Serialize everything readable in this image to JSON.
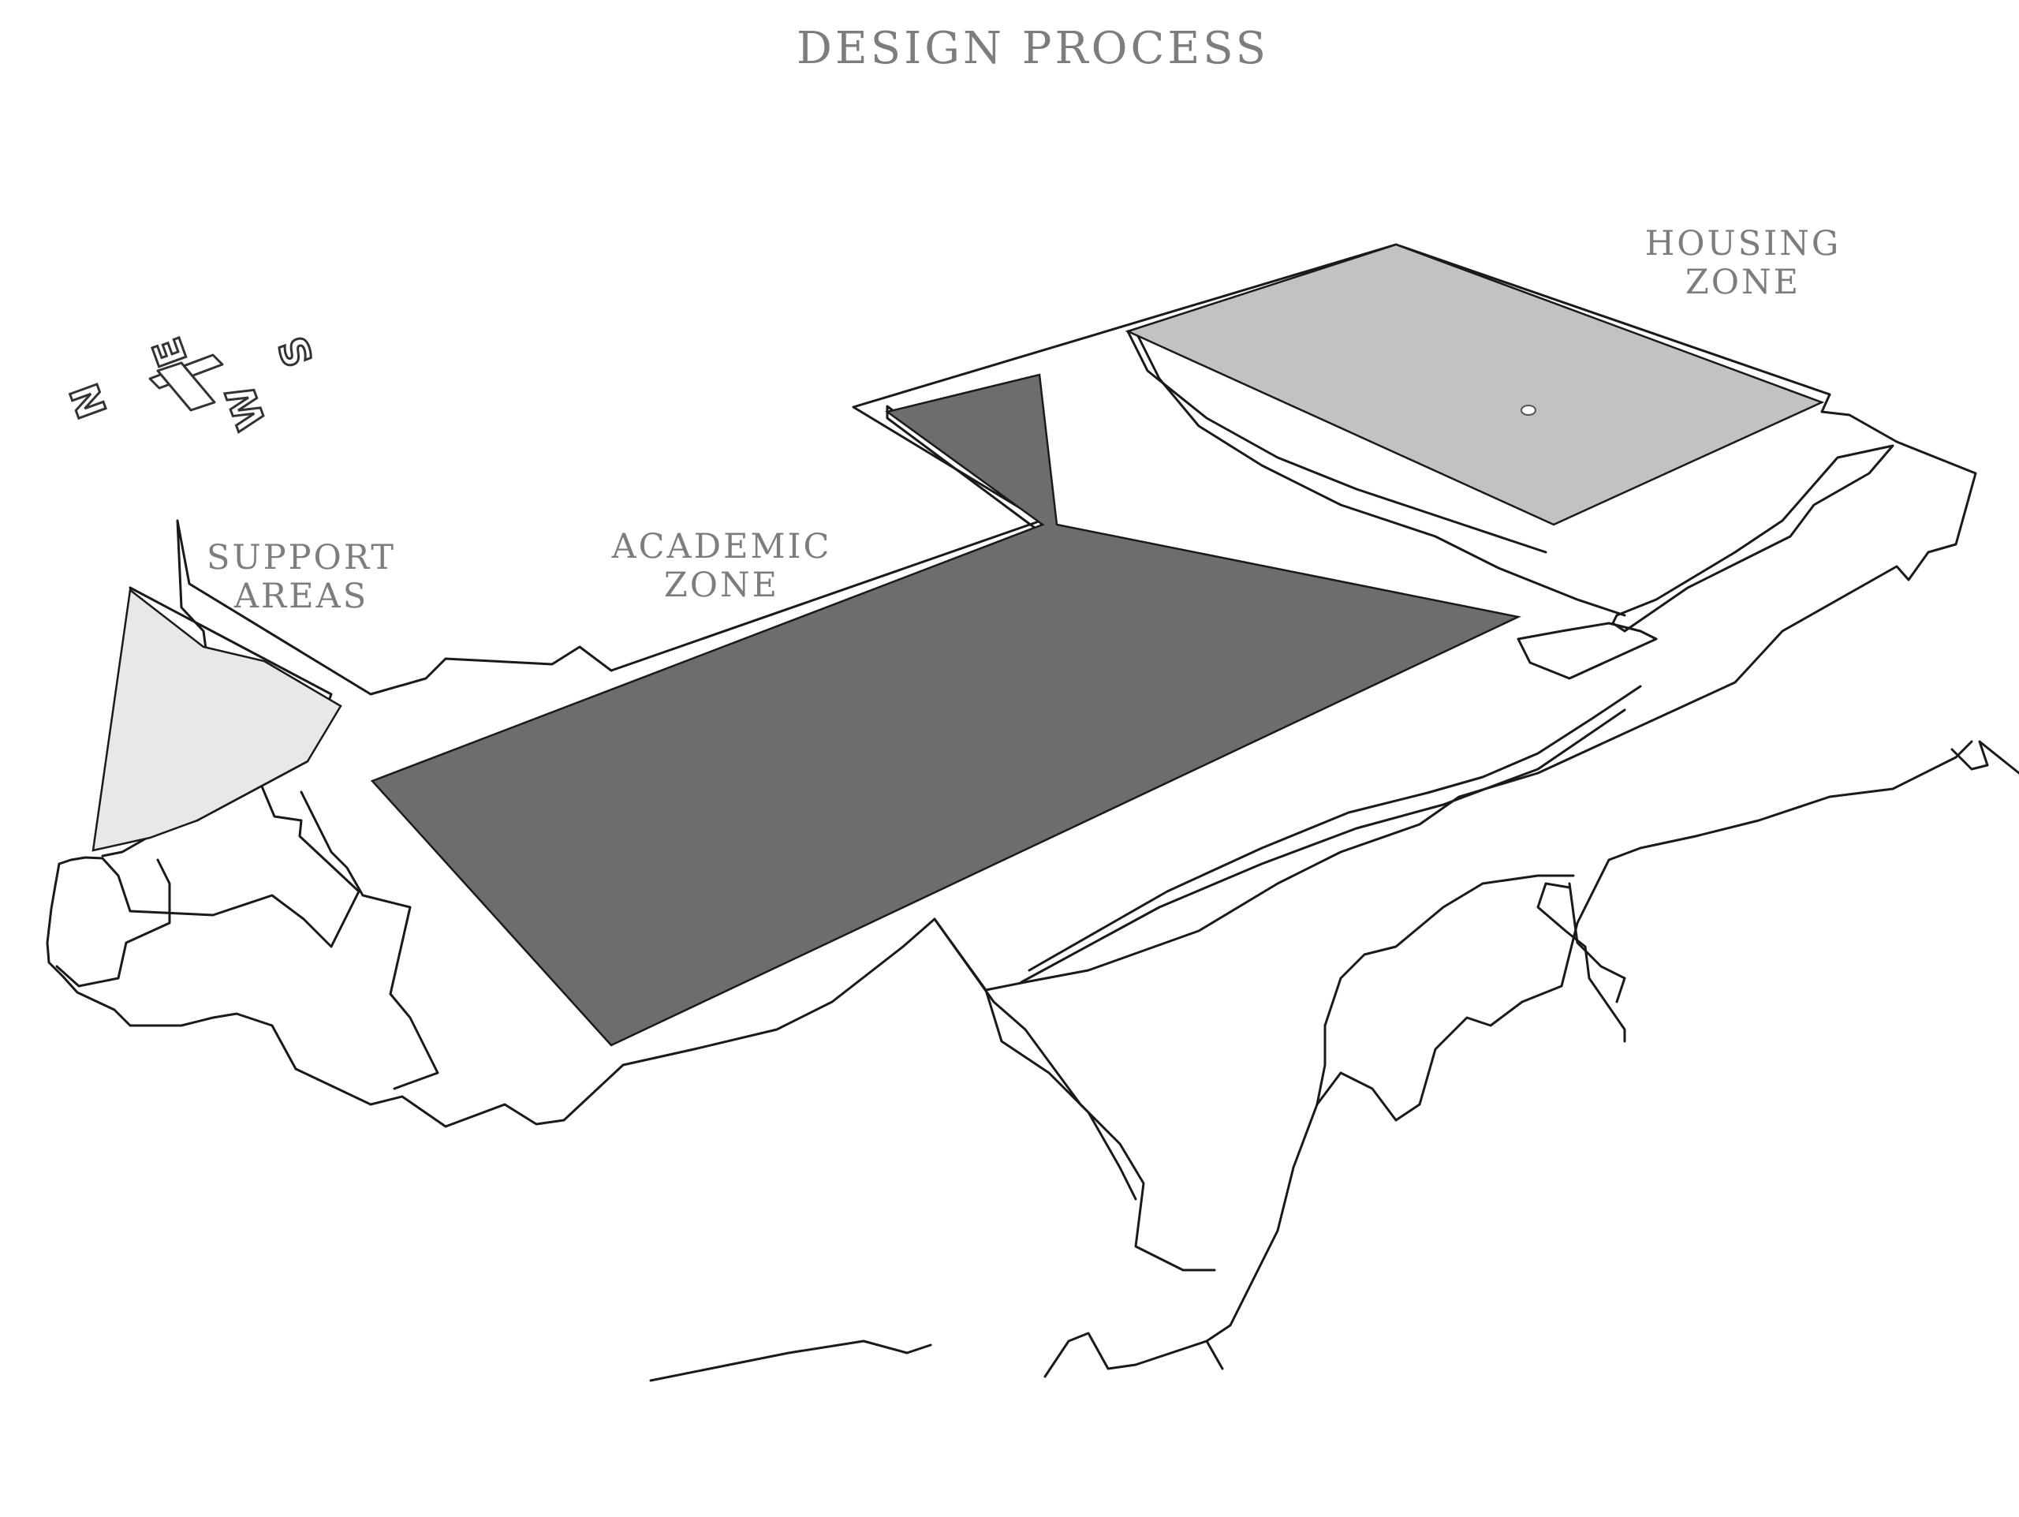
{
  "title": "DESIGN PROCESS",
  "zones": {
    "housing": {
      "line1": "HOUSING",
      "line2": "ZONE",
      "fill": "#c2c2c2"
    },
    "academic": {
      "line1": "ACADEMIC",
      "line2": "ZONE",
      "fill": "#6d6d6d"
    },
    "support": {
      "line1": "SUPPORT",
      "line2": "AREAS",
      "fill": "#e8e8e8"
    }
  },
  "compass": {
    "north": "N",
    "east": "E",
    "south": "S",
    "west": "W"
  },
  "colors": {
    "label": "#7d7d7d",
    "outline": "#1a1a1a",
    "background": "#ffffff"
  }
}
